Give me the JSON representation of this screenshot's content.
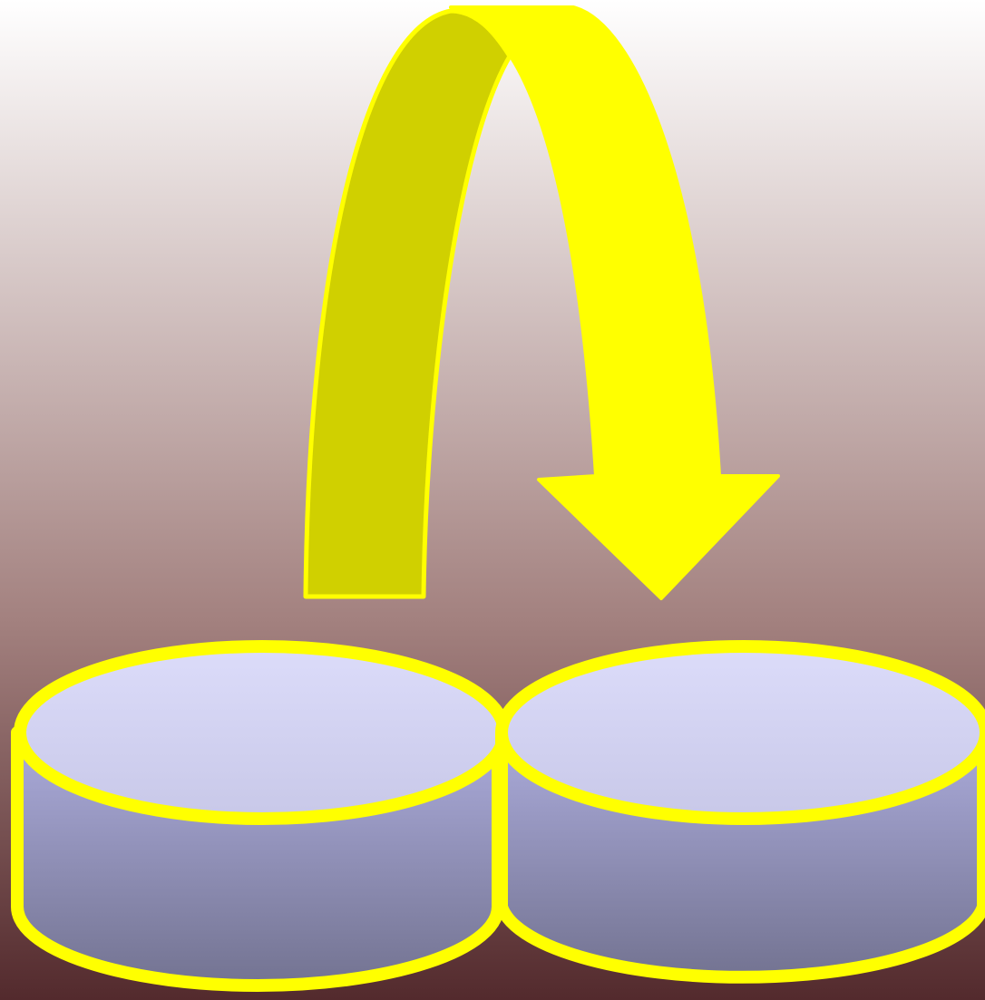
{
  "background": {
    "gradient_top": "#ffffff",
    "gradient_mid": "#a3817f",
    "gradient_bottom": "#532a2d"
  },
  "colors": {
    "outline": "#ffff00",
    "arrow_front": "#ffff00",
    "arrow_back": "#d0d000",
    "cylinder_top_light": "#dcdcfa",
    "cylinder_top_dark": "#c8c8e8",
    "cylinder_body_light": "#acacdc",
    "cylinder_body_dark": "#737391"
  },
  "diagram": {
    "kind": "transfer-between-databases",
    "direction": "left-to-right",
    "source": "database-left",
    "target": "database-right"
  }
}
